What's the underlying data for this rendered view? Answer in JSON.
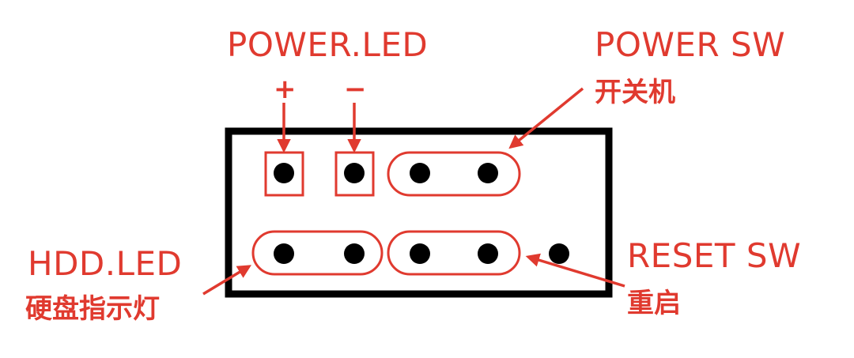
{
  "labels": {
    "power_led": "POWER.LED",
    "plus": "+",
    "minus": "−",
    "power_sw": "POWER SW",
    "power_sw_cn": "开关机",
    "hdd_led": "HDD.LED",
    "hdd_led_cn": "硬盘指示灯",
    "reset_sw": "RESET SW",
    "reset_sw_cn": "重启"
  },
  "colors": {
    "accent": "#e03a2f",
    "outline": "#000000",
    "pin": "#000000",
    "background": "#ffffff"
  }
}
